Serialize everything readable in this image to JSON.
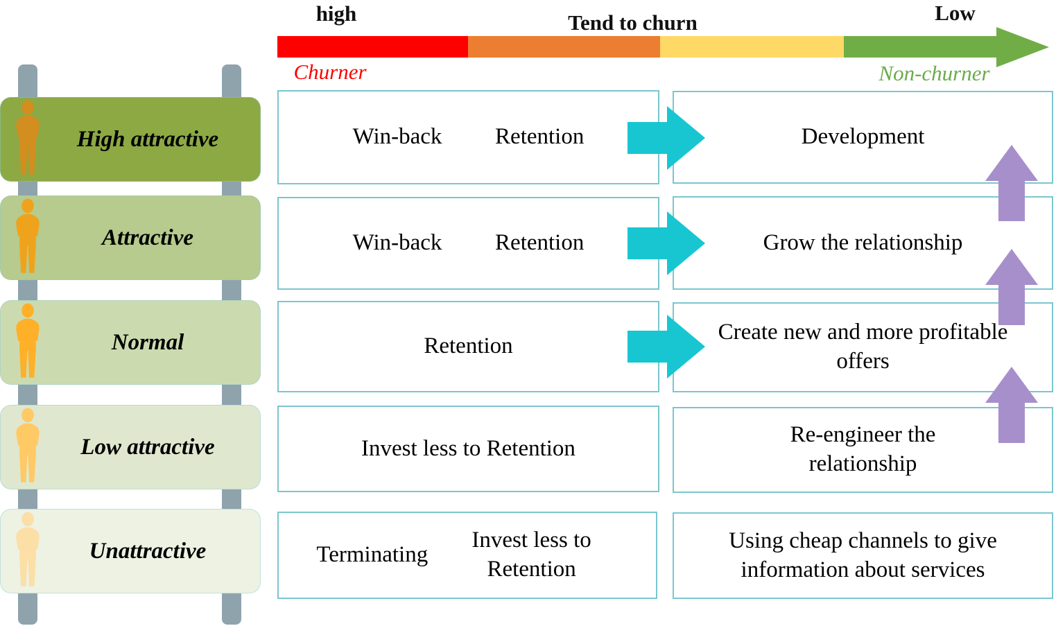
{
  "gradient": {
    "left_label": "high",
    "center_label": "Tend to churn",
    "right_label": "Low",
    "left_end_label": "Churner",
    "right_end_label": "Non-churner",
    "segment_colors": [
      "#FF0000",
      "#ED7D31",
      "#FFD966",
      "#70AD47"
    ],
    "left_end_color": "#FF0000",
    "right_end_color": "#6AAB4A"
  },
  "ladder": {
    "rail_color": "#8FA3AD",
    "segments": [
      {
        "label": "High attractive",
        "box_color": "#8DA944",
        "figure_color": "#D28E1E"
      },
      {
        "label": "Attractive",
        "box_color": "#B6CB8D",
        "figure_color": "#EFA31C"
      },
      {
        "label": "Normal",
        "box_color": "#CCDBAF",
        "figure_color": "#FFB029"
      },
      {
        "label": "Low attractive",
        "box_color": "#DFE8CF",
        "figure_color": "#FFC966"
      },
      {
        "label": "Unattractive",
        "box_color": "#EDF2E3",
        "figure_color": "#FBDFA6"
      }
    ]
  },
  "matrix": {
    "box_border_color": "#7AC6CF",
    "flow_arrow_color": "#18C6D1",
    "escalation_arrow_color": "#A78FCB",
    "rows": [
      {
        "churner_cell": [
          "Win-back",
          "Retention"
        ],
        "nonchurner_cell": "Development"
      },
      {
        "churner_cell": [
          "Win-back",
          "Retention"
        ],
        "nonchurner_cell": "Grow the relationship"
      },
      {
        "churner_cell": [
          "Retention"
        ],
        "nonchurner_cell": "Create new and more profitable offers"
      },
      {
        "churner_cell": [
          "Invest less to Retention"
        ],
        "nonchurner_cell": "Re-engineer the relationship"
      },
      {
        "churner_cell": [
          "Terminating",
          "Invest less to Retention"
        ],
        "nonchurner_cell": "Using cheap channels to give information about services"
      }
    ]
  }
}
